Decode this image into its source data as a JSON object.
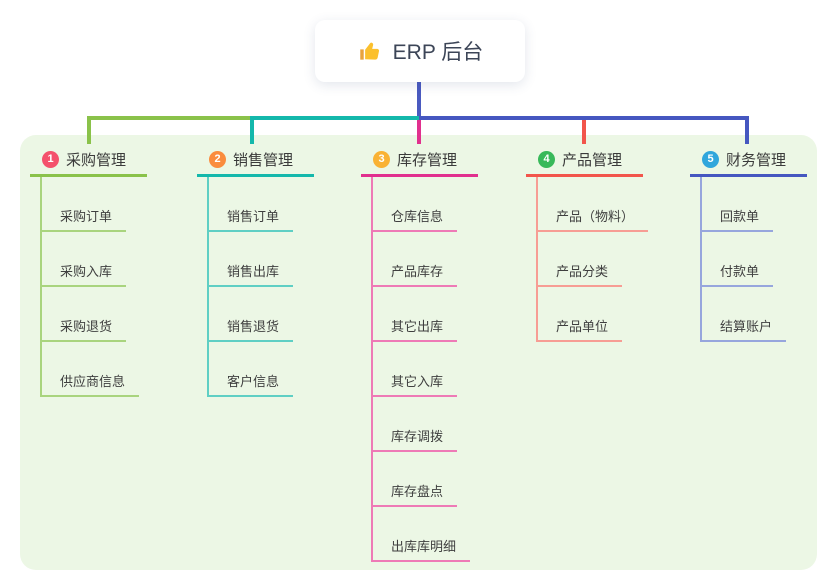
{
  "root": {
    "label": "ERP 后台",
    "icon": "thumbs-up-icon"
  },
  "branches": [
    {
      "index": "1",
      "label": "采购管理",
      "badge_color": "#f4516c",
      "line_color": "#8ac24a",
      "light_line_color": "#a9d47e",
      "children": [
        "采购订单",
        "采购入库",
        "采购退货",
        "供应商信息"
      ]
    },
    {
      "index": "2",
      "label": "销售管理",
      "badge_color": "#fa8c3d",
      "line_color": "#14b8ab",
      "light_line_color": "#5fcfc4",
      "children": [
        "销售订单",
        "销售出库",
        "销售退货",
        "客户信息"
      ]
    },
    {
      "index": "3",
      "label": "库存管理",
      "badge_color": "#f9b234",
      "line_color": "#e1308e",
      "light_line_color": "#ee7ab6",
      "children": [
        "仓库信息",
        "产品库存",
        "其它出库",
        "其它入库",
        "库存调拨",
        "库存盘点",
        "出库库明细"
      ]
    },
    {
      "index": "4",
      "label": "产品管理",
      "badge_color": "#38b95a",
      "line_color": "#f2554b",
      "light_line_color": "#f79d94",
      "children": [
        "产品（物料）",
        "产品分类",
        "产品单位"
      ]
    },
    {
      "index": "5",
      "label": "财务管理",
      "badge_color": "#30a6dc",
      "line_color": "#4557c0",
      "light_line_color": "#97a6dd",
      "children": [
        "回款单",
        "付款单",
        "结算账户"
      ]
    }
  ],
  "colors": {
    "canvas_bg": "#ffffff",
    "panel_bg": "#ecf7e5",
    "root_connector": "#4a5ac0"
  }
}
